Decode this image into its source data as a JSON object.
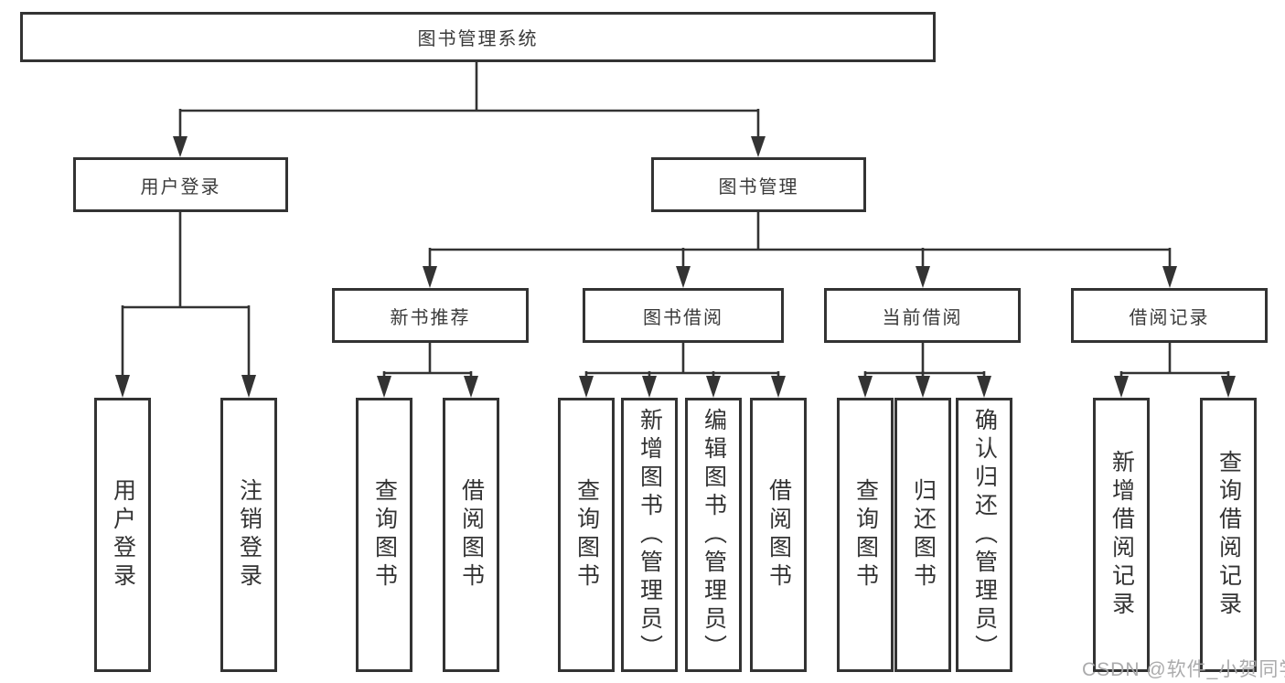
{
  "diagram": {
    "tree": {
      "root": {
        "label": "图书管理系统"
      },
      "user_login": {
        "label": "用户登录",
        "children": {
          "login": {
            "label": "用户登录"
          },
          "logout": {
            "label": "注销登录"
          }
        }
      },
      "book_management": {
        "label": "图书管理",
        "children": {
          "new_book": {
            "label": "新书推荐",
            "children": {
              "query": {
                "label": "查询图书"
              },
              "borrow": {
                "label": "借阅图书"
              }
            }
          },
          "book_borrow": {
            "label": "图书借阅",
            "children": {
              "query": {
                "label": "查询图书"
              },
              "add": {
                "label": "新增图书（管理员）"
              },
              "edit": {
                "label": "编辑图书（管理员）"
              },
              "borrow": {
                "label": "借阅图书"
              }
            }
          },
          "current_borrow": {
            "label": "当前借阅",
            "children": {
              "query": {
                "label": "查询图书"
              },
              "return": {
                "label": "归还图书"
              },
              "confirm": {
                "label": "确认归还（管理员）"
              }
            }
          },
          "borrow_records": {
            "label": "借阅记录",
            "children": {
              "add": {
                "label": "新增借阅记录"
              },
              "query": {
                "label": "查询借阅记录"
              }
            }
          }
        }
      }
    },
    "watermark": {
      "text": "CSDN @软件_小贺同学"
    },
    "colors": {
      "line": "#333333",
      "box_border": "#333333",
      "text": "#3a3a3a",
      "background": "#ffffff",
      "watermark": "#a6a6a8"
    }
  }
}
